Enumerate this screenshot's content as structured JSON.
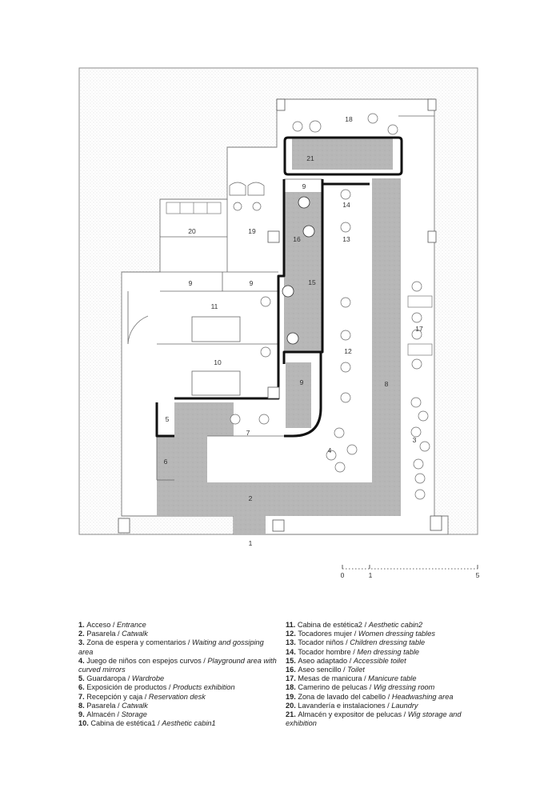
{
  "rooms": {
    "r1": "1",
    "r2": "2",
    "r3": "3",
    "r4": "4",
    "r5": "5",
    "r6": "6",
    "r7": "7",
    "r8": "8",
    "r9": "9",
    "r10": "10",
    "r11": "11",
    "r12": "12",
    "r13": "13",
    "r14": "14",
    "r15": "15",
    "r16": "16",
    "r17": "17",
    "r18": "18",
    "r19": "19",
    "r20": "20",
    "r21": "21"
  },
  "scale": {
    "t0": "0",
    "t1": "1",
    "t5": "5"
  },
  "legend": [
    {
      "num": "1.",
      "es": "Acceso / ",
      "en": "Entrance"
    },
    {
      "num": "2.",
      "es": "Pasarela / ",
      "en": "Catwalk"
    },
    {
      "num": "3.",
      "es": "Zona de espera y comentarios / ",
      "en": "Waiting and gossiping area"
    },
    {
      "num": "4.",
      "es": "Juego de niños con espejos curvos / ",
      "en": "Playground area with curved mirrors"
    },
    {
      "num": "5.",
      "es": "Guardaropa / ",
      "en": "Wardrobe"
    },
    {
      "num": "6.",
      "es": "Exposición de productos / ",
      "en": "Products exhibition"
    },
    {
      "num": "7.",
      "es": "Recepción y caja / ",
      "en": "Reservation desk"
    },
    {
      "num": "8.",
      "es": "Pasarela / ",
      "en": "Catwalk"
    },
    {
      "num": "9.",
      "es": "Almacén / ",
      "en": "Storage"
    },
    {
      "num": "10.",
      "es": "Cabina de estética1 / ",
      "en": "Aesthetic cabin1"
    },
    {
      "num": "11.",
      "es": "Cabina de estética2 / ",
      "en": "Aesthetic cabin2"
    },
    {
      "num": "12.",
      "es": "Tocadores mujer / ",
      "en": "Women dressing tables"
    },
    {
      "num": "13.",
      "es": "Tocador niños / ",
      "en": "Children dressing table"
    },
    {
      "num": "14.",
      "es": "Tocador hombre / ",
      "en": "Men dressing table"
    },
    {
      "num": "15.",
      "es": "Aseo adaptado / ",
      "en": "Accessible toilet"
    },
    {
      "num": "16.",
      "es": "Aseo sencillo / ",
      "en": "Toilet"
    },
    {
      "num": "17.",
      "es": "Mesas de manicura / ",
      "en": "Manicure table"
    },
    {
      "num": "18.",
      "es": "Camerino de pelucas / ",
      "en": "Wig dressing room"
    },
    {
      "num": "19.",
      "es": "Zona de lavado del cabello / ",
      "en": "Headwashing area"
    },
    {
      "num": "20.",
      "es": "Lavandería e instalaciones / ",
      "en": "Laundry"
    },
    {
      "num": "21.",
      "es": "Almacén y expositor de pelucas / ",
      "en": "Wig storage and exhibition"
    }
  ]
}
